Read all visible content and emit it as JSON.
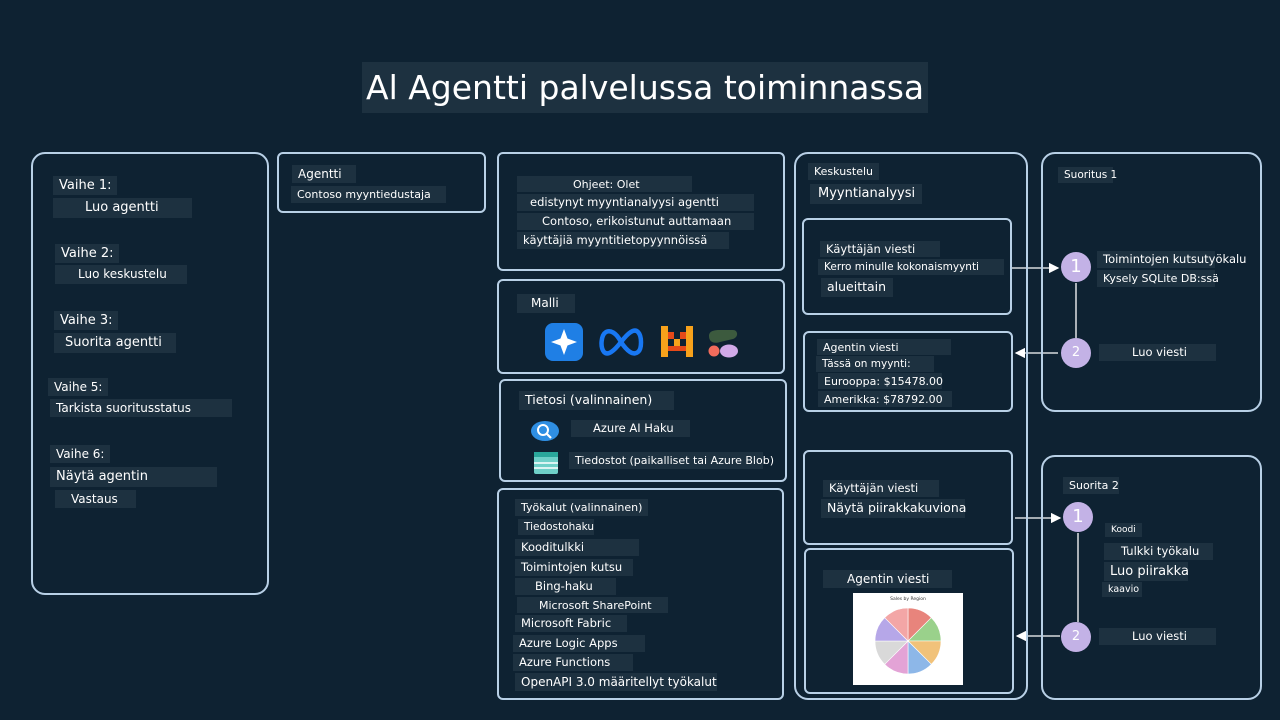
{
  "title": "Al Agentti palvelussa toiminnassa",
  "steps": {
    "s1_label": "Vaihe 1:",
    "s1_action": "Luo agentti",
    "s2_label": "Vaihe 2:",
    "s2_action": "Luo keskustelu",
    "s3_label": "Vaihe 3:",
    "s3_action": "Suorita agentti",
    "s5_label": "Vaihe 5:",
    "s5_action": "Tarkista suoritusstatus",
    "s6_label": "Vaihe 6:",
    "s6_action_line1": "Näytä agentin",
    "s6_action_line2": "Vastaus"
  },
  "agent": {
    "header": "Agentti",
    "name": "Contoso myyntiedustaja"
  },
  "instructions": {
    "line1": "Ohjeet: Olet",
    "line2": "edistynyt myyntianalyysi agentti",
    "line3": "Contoso, erikoistunut auttamaan",
    "line4": "käyttäjiä myyntitietopyynnöissä"
  },
  "model": {
    "header": "Malli",
    "icons": [
      "azure-ai-logo-icon",
      "meta-logo-icon",
      "mistral-logo-icon",
      "cohere-logo-icon"
    ],
    "colors": {
      "azure": "#1f7fe5",
      "meta": "#1877f2",
      "mistral_orange": "#f7a21b",
      "mistral_red": "#e64a19",
      "cohere_green": "#3c5a3e",
      "cohere_red": "#f26c5c",
      "cohere_purple": "#d1aae8"
    }
  },
  "knowledge": {
    "header": "Tietosi (valinnainen)",
    "item1": "Azure AI Haku",
    "item2": "Tiedostot (paikalliset tai Azure Blob)"
  },
  "tools": {
    "header": "Työkalut (valinnainen)",
    "items": [
      "Tiedostohaku",
      "Kooditulkki",
      "Toimintojen kutsu",
      "Bing-haku",
      "Microsoft SharePoint",
      "Microsoft Fabric",
      "Azure Logic Apps",
      "Azure Functions",
      "OpenAPI 3.0 määritellyt työkalut"
    ]
  },
  "conversation": {
    "header": "Keskustelu",
    "topic": "Myyntianalyysi",
    "user1_label": "Käyttäjän viesti",
    "user1_line1": "Kerro minulle kokonaismyynti",
    "user1_line2": "alueittain",
    "agent1_label": "Agentin viesti",
    "agent1_line1": "Tässä on myynti:",
    "agent1_line2": "Eurooppa: $15478.00",
    "agent1_line3": "Amerikka: $78792.00",
    "user2_label": "Käyttäjän viesti",
    "user2_line1": "Näytä piirakkakuviona",
    "agent2_label": "Agentin viesti"
  },
  "run1": {
    "header": "Suoritus 1",
    "step1_num": "1",
    "step1_line1": "Toimintojen kutsutyökalu",
    "step1_line2": "Kysely SQLite DB:ssä",
    "step2_num": "2",
    "step2_text": "Luo viesti"
  },
  "run2": {
    "header": "Suorita 2",
    "step1_num": "1",
    "step1_line1": "Koodi",
    "step1_line2": "Tulkki työkalu",
    "step1_line3": "Luo piirakka",
    "step1_line4": "kaavio",
    "step2_num": "2",
    "step2_text": "Luo viesti"
  },
  "pie_chart": {
    "title": "Sales by Region",
    "slice_colors": [
      "#e8847c",
      "#9ad18b",
      "#f1c27a",
      "#8db7e8",
      "#e3a3d6",
      "#d9d9d9",
      "#b6a7e8",
      "#f3a6a6"
    ]
  },
  "colors": {
    "background": "#0e2232",
    "label_bg": "#1d3140",
    "box_border": "#b8d0e6",
    "step_circle": "#c3b2e6"
  }
}
